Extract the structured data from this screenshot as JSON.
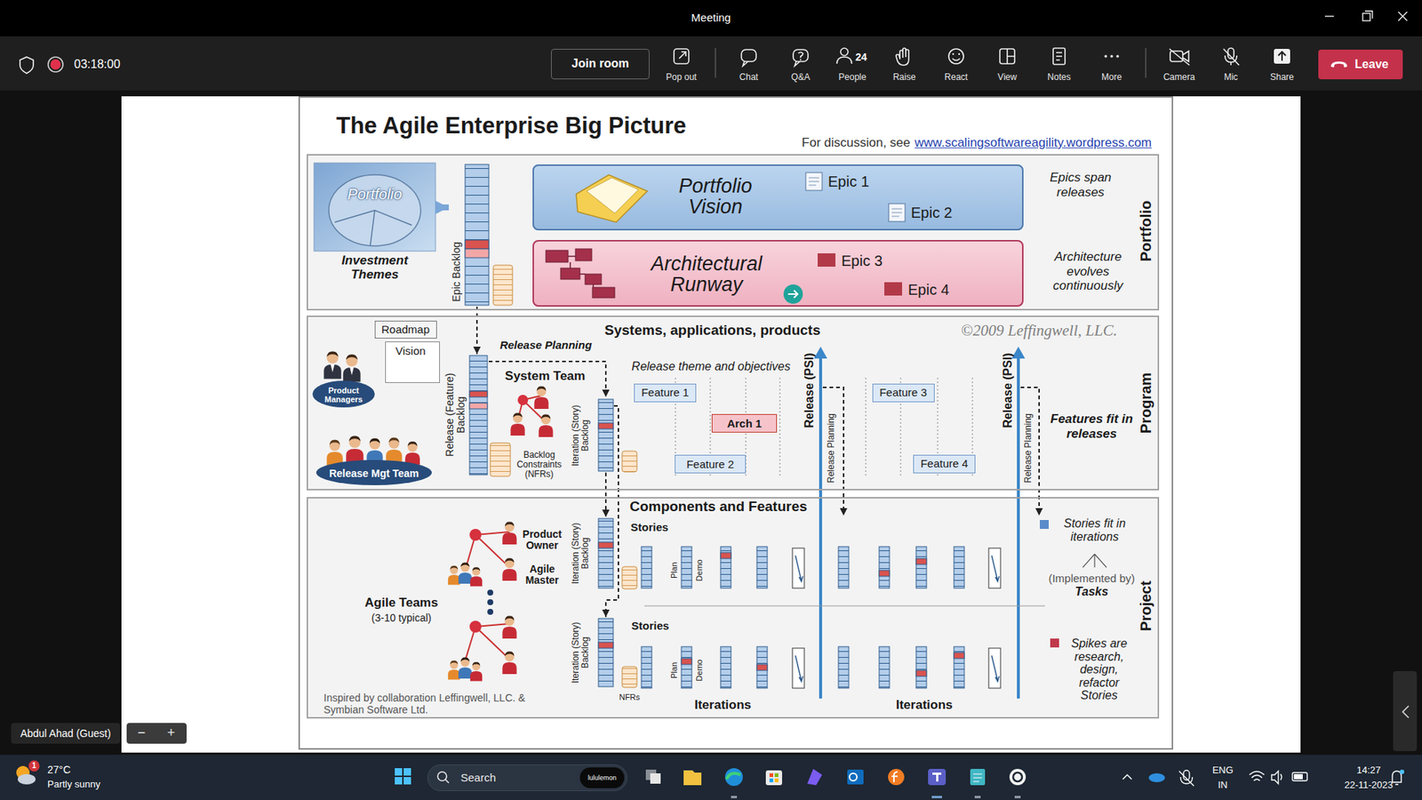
{
  "diagram": {
    "title": "The Agile Enterprise Big Picture",
    "nodes": [
      {
        "text": [
          "Join room"
        ]
      },
      {
        "text": [
          "Leave"
        ]
      },
      {
        "text": [
          "Portfolio"
        ]
      },
      {
        "text": [
          "Portfolio",
          "Investment Themes"
        ],
        "in": 2
      },
      {
        "text": [
          "Epic Backlog"
        ],
        "in": 2
      },
      {
        "text": [
          "Portfolio Vision",
          "Epic 1",
          "Epic 2"
        ],
        "in": 2
      },
      {
        "text": [
          "Architectural Runway",
          "Epic 3",
          "Epic 4"
        ],
        "in": 2
      },
      {
        "text": [
          "Program"
        ]
      },
      {
        "text": [
          "Roadmap"
        ],
        "in": 7
      },
      {
        "text": [
          "Vision"
        ],
        "in": 7
      },
      {
        "text": [
          "Product Managers"
        ],
        "in": 7
      },
      {
        "text": [
          "Release Mgt Team"
        ],
        "in": 7
      },
      {
        "text": [
          "Release (Feature) Backlog"
        ],
        "in": 7
      },
      {
        "text": [
          "Iteration (Story) Backlog"
        ],
        "in": 7
      },
      {
        "text": [
          "Feature 1"
        ],
        "in": 7
      },
      {
        "text": [
          "Arch 1"
        ],
        "in": 7
      },
      {
        "text": [
          "Feature 2"
        ],
        "in": 7
      },
      {
        "text": [
          "Feature 3"
        ],
        "in": 7
      },
      {
        "text": [
          "Feature 4"
        ],
        "in": 7
      },
      {
        "text": [
          "Project"
        ]
      },
      {
        "text": [
          "Iteration (Story) Backlog"
        ],
        "in": 19
      },
      {
        "text": [
          "Iteration (Story) Backlog"
        ],
        "in": 19
      },
      {
        "text": [
          "Abdul Ahad (Guest)"
        ]
      },
      {
        "text": [
          "−",
          "+"
        ]
      },
      {
        "text": [
          "Search"
        ]
      },
      {
        "text": [
          "lululemon"
        ],
        "in": 24
      }
    ],
    "edges": [
      {
        "from": 3,
        "to": 4,
        "arrow": "to"
      },
      {
        "from": 4,
        "to": 12,
        "arrow": "to"
      },
      {
        "from": 12,
        "to": 13,
        "arrow": "to"
      },
      {
        "from": 13,
        "to": 20,
        "arrow": "to"
      },
      {
        "from": 13,
        "to": 21,
        "arrow": "to"
      }
    ],
    "labels": [
      "Meeting",
      "03:18:00",
      "Pop out",
      "Chat",
      "Q&A",
      "24",
      "People",
      "Raise",
      "React",
      "View",
      "Notes",
      "More",
      "Camera",
      "Mic",
      "Share",
      "For discussion, see",
      "www.scalingsoftwareagility.wordpress.com",
      "Epics span releases",
      "Architecture evolves continuously",
      "Systems, applications, products",
      "©2009 Leffingwell, LLC.",
      "Release Planning",
      "System Team",
      "Backlog Constraints (NFRs)",
      "Release theme and objectives",
      "Release (PSI)",
      "Release Planning",
      "Release (PSI)",
      "Release Planning",
      "Features fit in releases",
      "Components and Features",
      "Stories",
      "Product Owner",
      "Agile Master",
      "Agile Teams",
      "(3-10 typical)",
      "Plan",
      "Demo",
      "Stories",
      "Plan",
      "Demo",
      "NFRs",
      "Iterations",
      "Iterations",
      "Stories fit in iterations",
      "(Implemented by)",
      "Tasks",
      "Spikes are research, design, refactor Stories",
      "Inspired by collaboration Leffingwell, LLC. & Symbian Software Ltd.",
      "27°C",
      "Partly sunny",
      "1",
      "ENG",
      "IN",
      "14:27",
      "22-11-2023"
    ]
  }
}
